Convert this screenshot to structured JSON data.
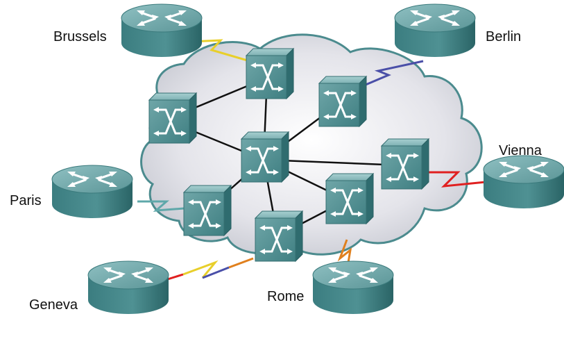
{
  "routers": [
    {
      "id": "brussels",
      "label": "Brussels",
      "link_color": "#e8cf2a"
    },
    {
      "id": "berlin",
      "label": "Berlin",
      "link_color": "#4a4fa8"
    },
    {
      "id": "vienna",
      "label": "Vienna",
      "link_color": "#e02020"
    },
    {
      "id": "paris",
      "label": "Paris",
      "link_color": "#5fa8aa"
    },
    {
      "id": "geneva",
      "label": "Geneva",
      "link_colors": [
        "#e02020",
        "#e8cf2a",
        "#4a4fa8",
        "#e0801e"
      ]
    },
    {
      "id": "rome",
      "label": "Rome",
      "link_color": "#e0801e"
    }
  ],
  "switches": [
    "switch-tl",
    "switch-top",
    "switch-tr",
    "switch-center",
    "switch-right",
    "switch-bl",
    "switch-bottom",
    "switch-br"
  ],
  "colors": {
    "device_top": "#6fa7a9",
    "device_side": "#2f6e70",
    "cloud_fill": "#e9e9ee",
    "cloud_outline": "#3d7f82",
    "trunk_line": "#111111"
  }
}
